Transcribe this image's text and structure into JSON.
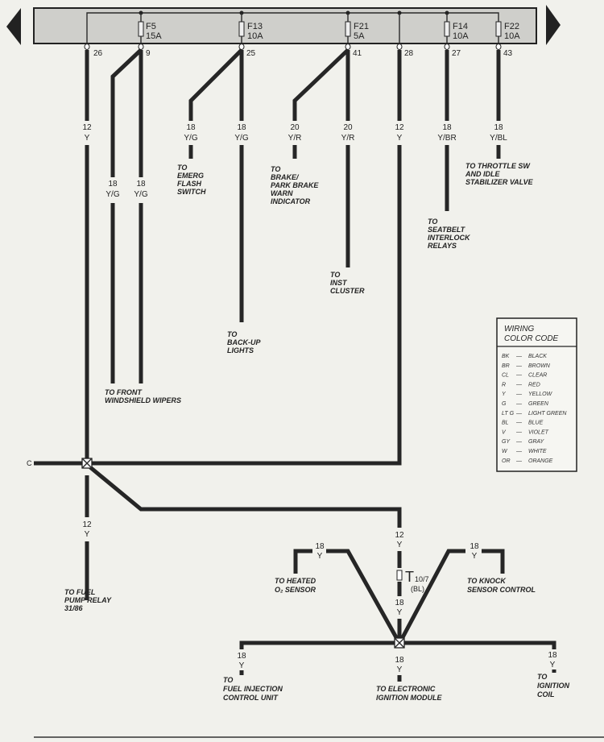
{
  "fuse_box": {
    "fuses": [
      {
        "id": "F5",
        "rating": "15A"
      },
      {
        "id": "F13",
        "rating": "10A"
      },
      {
        "id": "F21",
        "rating": "5A"
      },
      {
        "id": "F14",
        "rating": "10A"
      },
      {
        "id": "F22",
        "rating": "10A"
      }
    ],
    "pins": [
      "26",
      "9",
      "25",
      "41",
      "28",
      "27",
      "43"
    ]
  },
  "wire_labels": {
    "w26": {
      "gauge": "12",
      "color": "Y"
    },
    "w9a": {
      "gauge": "18",
      "color": "Y/G"
    },
    "w9b": {
      "gauge": "18",
      "color": "Y/G"
    },
    "w25a": {
      "gauge": "18",
      "color": "Y/G"
    },
    "w25b": {
      "gauge": "18",
      "color": "Y/G"
    },
    "w41a": {
      "gauge": "20",
      "color": "Y/R"
    },
    "w41b": {
      "gauge": "20",
      "color": "Y/R"
    },
    "w28": {
      "gauge": "12",
      "color": "Y"
    },
    "w27": {
      "gauge": "18",
      "color": "Y/BR"
    },
    "w43": {
      "gauge": "18",
      "color": "Y/BL"
    },
    "pump": {
      "gauge": "12",
      "color": "Y"
    },
    "lower_main": {
      "gauge": "12",
      "color": "Y"
    },
    "after_conn": {
      "gauge": "18",
      "color": "Y"
    },
    "o2": {
      "gauge": "18",
      "color": "Y"
    },
    "knock": {
      "gauge": "18",
      "color": "Y"
    },
    "fi": {
      "gauge": "18",
      "color": "Y"
    },
    "eim": {
      "gauge": "18",
      "color": "Y"
    },
    "coil": {
      "gauge": "18",
      "color": "Y"
    }
  },
  "splice_label": "C",
  "connector": {
    "name": "T",
    "number": "10/7",
    "color": "(BL)"
  },
  "destinations": {
    "emerg": [
      "TO",
      "EMERG",
      "FLASH",
      "SWITCH"
    ],
    "brake": [
      "TO",
      "BRAKE/",
      "PARK BRAKE",
      "WARN",
      "INDICATOR"
    ],
    "throttle": [
      "TO THROTTLE SW",
      "AND IDLE",
      "STABILIZER VALVE"
    ],
    "seatbelt": [
      "TO",
      "SEATBELT",
      "INTERLOCK",
      "RELAYS"
    ],
    "inst": [
      "TO",
      "INST",
      "CLUSTER"
    ],
    "backup": [
      "TO",
      "BACK-UP",
      "LIGHTS"
    ],
    "wipers": [
      "TO FRONT",
      "WINDSHIELD WIPERS"
    ],
    "pump": [
      "TO FUEL",
      "PUMP RELAY",
      "31/86"
    ],
    "o2": [
      "TO HEATED",
      "O₂ SENSOR"
    ],
    "knock": [
      "TO KNOCK",
      "SENSOR CONTROL"
    ],
    "fi": [
      "TO",
      "FUEL INJECTION",
      "CONTROL UNIT"
    ],
    "eim": [
      "TO ELECTRONIC",
      "IGNITION MODULE"
    ],
    "coil": [
      "TO",
      "IGNITION",
      "COIL"
    ]
  },
  "legend": {
    "title": [
      "WIRING",
      "COLOR CODE"
    ],
    "entries": [
      {
        "code": "BK",
        "name": "BLACK"
      },
      {
        "code": "BR",
        "name": "BROWN"
      },
      {
        "code": "CL",
        "name": "CLEAR"
      },
      {
        "code": "R",
        "name": "RED"
      },
      {
        "code": "Y",
        "name": "YELLOW"
      },
      {
        "code": "G",
        "name": "GREEN"
      },
      {
        "code": "LT G",
        "name": "LIGHT GREEN"
      },
      {
        "code": "BL",
        "name": "BLUE"
      },
      {
        "code": "V",
        "name": "VIOLET"
      },
      {
        "code": "GY",
        "name": "GRAY"
      },
      {
        "code": "W",
        "name": "WHITE"
      },
      {
        "code": "OR",
        "name": "ORANGE"
      }
    ]
  }
}
